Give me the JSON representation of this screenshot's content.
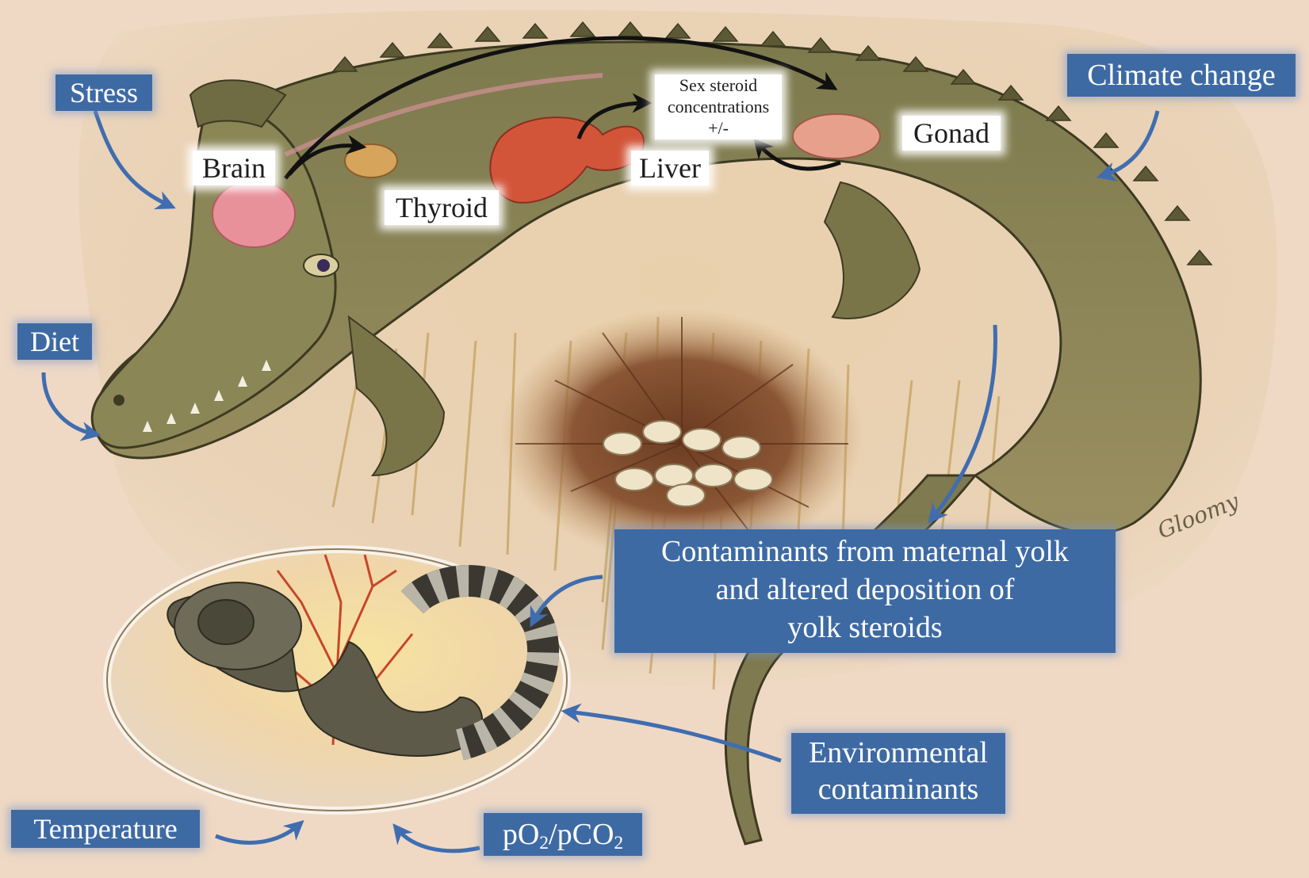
{
  "labels": {
    "stress": "Stress",
    "diet": "Diet",
    "climate_change": "Climate change",
    "temperature": "Temperature",
    "gas_prefix": "pO",
    "gas_sub_1": "2",
    "gas_mid": "/pCO",
    "gas_sub_2": "2",
    "environmental_line1": "Environmental",
    "environmental_line2": "contaminants",
    "yolk_line1": "Contaminants from maternal yolk",
    "yolk_line2": "and altered deposition of",
    "yolk_line3": "yolk steroids"
  },
  "organs": {
    "brain": "Brain",
    "thyroid": "Thyroid",
    "liver": "Liver",
    "gonad": "Gonad",
    "sex_steroid_line1": "Sex steroid",
    "sex_steroid_line2": "concentrations",
    "sex_steroid_line3": "+/-"
  },
  "artist_signature": "Gloomy",
  "colors": {
    "background": "#efd9c5",
    "label_blue": "#3e6aa4",
    "arrow_blue": "#3f6db0",
    "organ_red": "#d2553a",
    "brain_pink": "#e8919a",
    "alligator_green": "#6f6a40"
  }
}
